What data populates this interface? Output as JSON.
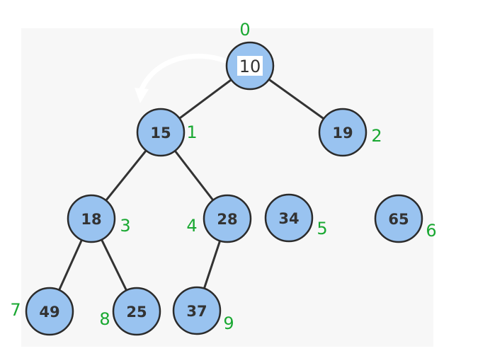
{
  "colors": {
    "node_fill": "#99c3f0",
    "node_stroke": "#2b2b2b",
    "edge": "#333333",
    "index_label": "#1aa832",
    "root_value": "#e0191e",
    "root_value_bg": "#ffffff",
    "panel_bg": "#f7f7f7"
  },
  "heap": {
    "nodes": [
      {
        "index_label": "0",
        "value": "10",
        "highlighted": true
      },
      {
        "index_label": "1",
        "value": "15"
      },
      {
        "index_label": "2",
        "value": "19"
      },
      {
        "index_label": "3",
        "value": "18"
      },
      {
        "index_label": "4",
        "value": "28"
      },
      {
        "index_label": "5",
        "value": "34"
      },
      {
        "index_label": "6",
        "value": "65"
      },
      {
        "index_label": "7",
        "value": "49"
      },
      {
        "index_label": "8",
        "value": "25"
      },
      {
        "index_label": "9",
        "value": "37"
      }
    ],
    "edges": [
      [
        0,
        1
      ],
      [
        0,
        2
      ],
      [
        1,
        3
      ],
      [
        1,
        4
      ],
      [
        3,
        7
      ],
      [
        3,
        8
      ],
      [
        4,
        9
      ]
    ]
  }
}
